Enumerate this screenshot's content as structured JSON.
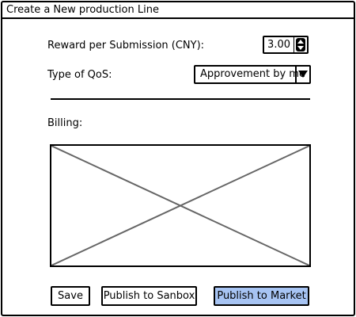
{
  "window": {
    "title": "Create a New production Line"
  },
  "form": {
    "reward_label": "Reward per Submission (CNY):",
    "reward_value": "3.00",
    "qos_label": "Type of QoS:",
    "qos_selected": "Approvement by me",
    "billing_label": "Billing:"
  },
  "actions": {
    "save_label": "Save",
    "sandbox_label": "Publish to Sanbox",
    "market_label": "Publish to Market"
  },
  "colors": {
    "primary_button": "#a7c4f3"
  },
  "icons": {
    "stepper": "up-down-arrows-icon",
    "dropdown": "chevron-down-icon",
    "placeholder": "image-placeholder-icon"
  }
}
